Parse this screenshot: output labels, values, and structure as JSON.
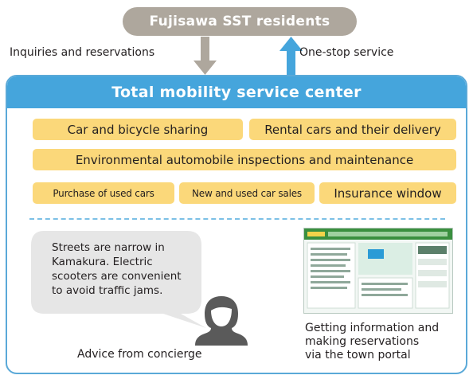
{
  "header": {
    "title": "Fujisawa SST residents"
  },
  "flow": {
    "left_label": "Inquiries and reservations",
    "right_label": "One-stop service"
  },
  "center": {
    "title": "Total mobility service center",
    "services_row1": [
      "Car and bicycle sharing",
      "Rental cars and their delivery"
    ],
    "services_row2": [
      "Environmental automobile inspections and maintenance"
    ],
    "services_row3": [
      "Purchase of used cars",
      "New and used car sales",
      "Insurance window"
    ]
  },
  "concierge": {
    "speech": "Streets are narrow in Kamakura. Electric scooters are convenient to avoid traffic jams.",
    "caption": "Advice from concierge"
  },
  "portal": {
    "caption_line1": "Getting information and",
    "caption_line2": "making reservations",
    "caption_line3": "via the town portal"
  },
  "colors": {
    "header_pill": "#aea79d",
    "arrow": "#aea79d",
    "arrow_up": "#45a5dc",
    "center_title_bg": "#45a5dc",
    "tag_bg": "#fbd87a",
    "bubble_bg": "#e6e6e6",
    "person_icon": "#5a5a5a"
  }
}
